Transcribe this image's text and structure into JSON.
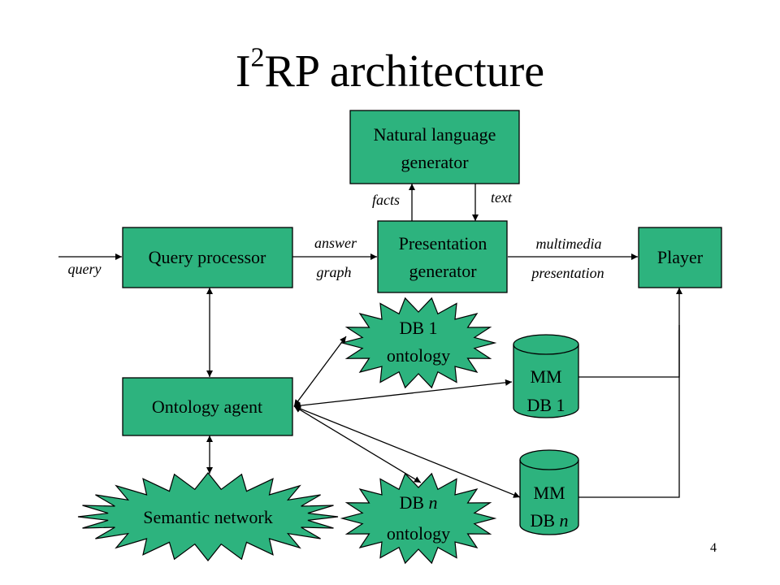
{
  "slide": {
    "title_prefix": "I",
    "title_superscript": "2",
    "title_suffix": "RP architecture",
    "page_number": "4"
  },
  "colors": {
    "box_fill": "#2DB37E",
    "stroke": "#000000",
    "background": "#FFFFFF"
  },
  "nodes": {
    "nlg": {
      "line1": "Natural language",
      "line2": "generator"
    },
    "query_processor": {
      "label": "Query processor"
    },
    "presentation_generator": {
      "line1": "Presentation",
      "line2": "generator"
    },
    "player": {
      "label": "Player"
    },
    "ontology_agent": {
      "label": "Ontology agent"
    },
    "semantic_network": {
      "label": "Semantic network"
    },
    "db1_ontology": {
      "line1": "DB 1",
      "line2": "ontology"
    },
    "dbn_ontology": {
      "line1_prefix": "DB ",
      "line1_var": "n",
      "line2": "ontology"
    },
    "mm_db1": {
      "line1": "MM",
      "line2": "DB 1"
    },
    "mm_dbn": {
      "line1": "MM",
      "line2_prefix": "DB ",
      "line2_var": "n"
    }
  },
  "edge_labels": {
    "query": "query",
    "answer": "answer",
    "graph": "graph",
    "facts": "facts",
    "text": "text",
    "multimedia": "multimedia",
    "presentation": "presentation"
  }
}
